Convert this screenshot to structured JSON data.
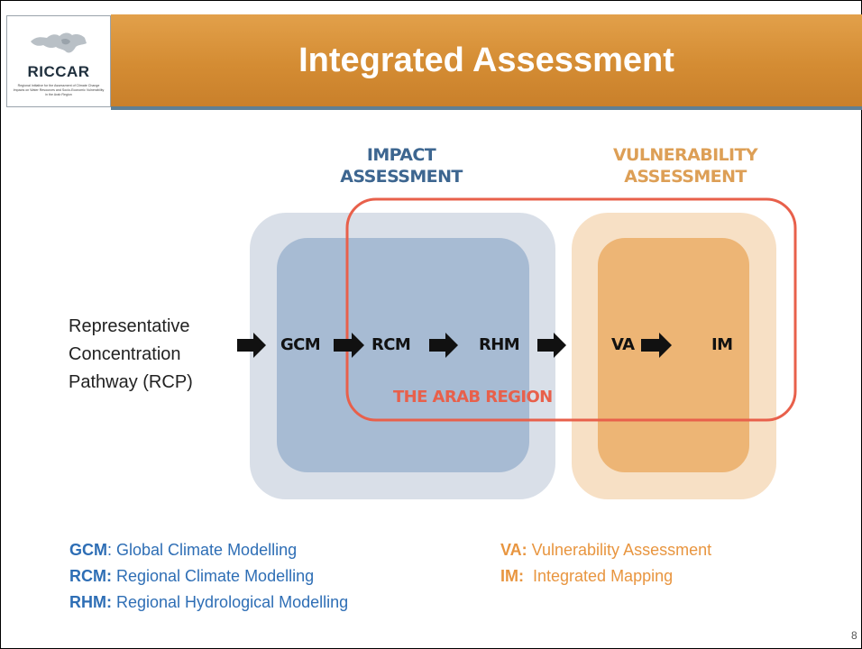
{
  "header": {
    "logo_name": "RICCAR",
    "logo_tagline": "Regional Initiative for the Assessment of Climate Change Impacts on Water Resources and Socio-Economic Vulnerability in the Arab Region",
    "title": "Integrated Assessment"
  },
  "diagram": {
    "impact_heading": [
      "IMPACT",
      "ASSESSMENT"
    ],
    "vulnerability_heading": [
      "VULNERABILITY",
      "ASSESSMENT"
    ],
    "input_label": [
      "Representative",
      "Concentration",
      "Pathway (RCP)"
    ],
    "nodes": [
      "GCM",
      "RCM",
      "RHM",
      "VA",
      "IM"
    ],
    "region_label": "THE ARAB REGION",
    "colors": {
      "impact_outer": "#d9dfe8",
      "impact_inner": "#a7bbd3",
      "vuln_outer": "#f7e0c5",
      "vuln_inner": "#edb575",
      "region_outline": "#e8604b",
      "impact_text": "#3d6690",
      "vuln_text": "#dd9f56"
    }
  },
  "legend": {
    "left": [
      {
        "abbr": "GCM",
        "sep": ":",
        "text": " Global Climate Modelling"
      },
      {
        "abbr": "RCM:",
        "sep": "",
        "text": " Regional Climate Modelling"
      },
      {
        "abbr": "RHM:",
        "sep": "",
        "text": " Regional Hydrological Modelling"
      }
    ],
    "right": [
      {
        "abbr": "VA:",
        "text": " Vulnerability Assessment"
      },
      {
        "abbr": "IM:",
        "text": "  Integrated Mapping"
      }
    ]
  },
  "page_number": "8"
}
